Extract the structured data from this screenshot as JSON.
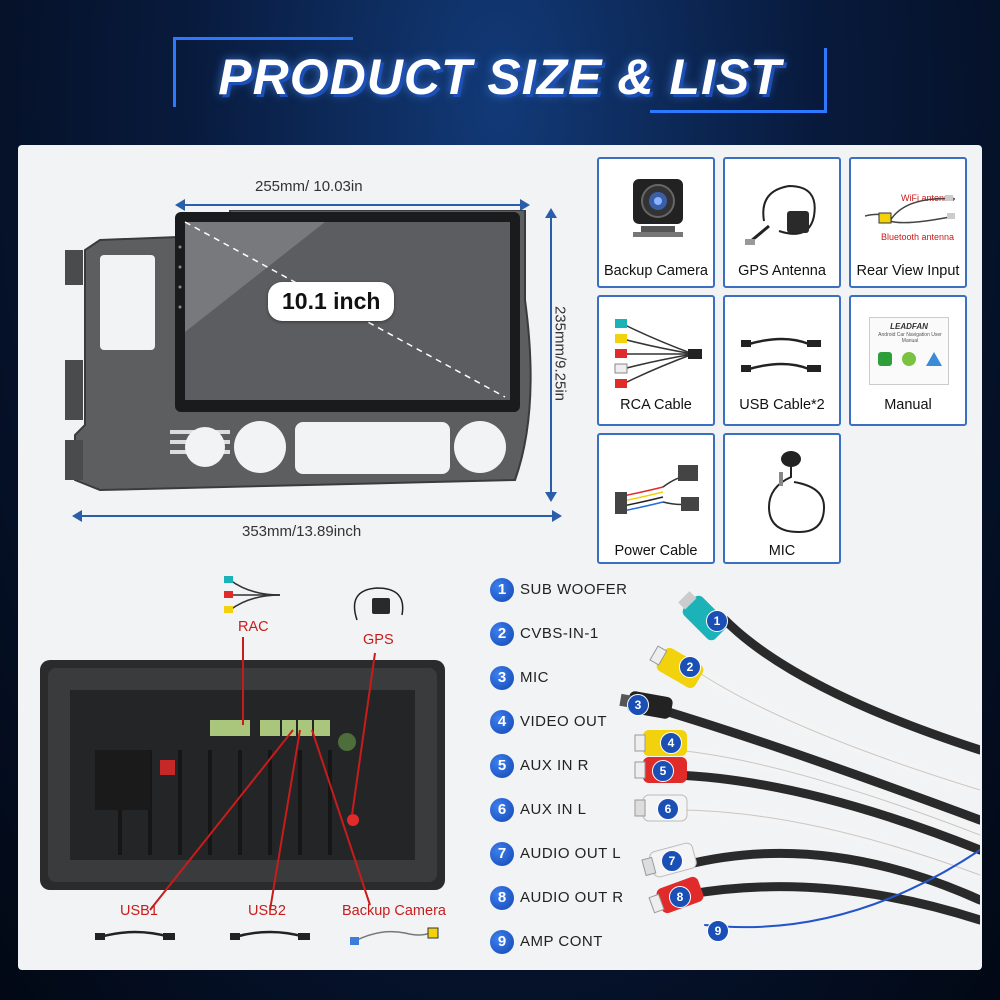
{
  "header": {
    "title": "PRODUCT SIZE & LIST"
  },
  "dimensions": {
    "width": "255mm/ 10.03in",
    "height": "235mm/9.25in",
    "frame_width": "353mm/13.89inch",
    "screen_size": "10.1 inch"
  },
  "accessories": [
    {
      "label": "Backup Camera",
      "icon": "backup-camera-icon"
    },
    {
      "label": "GPS Antenna",
      "icon": "gps-antenna-icon"
    },
    {
      "label": "Rear View Input",
      "icon": "rear-view-input-icon",
      "notes": [
        "WiFi antenna",
        "Bluetooth antenna"
      ]
    },
    {
      "label": "RCA Cable",
      "icon": "rca-cable-icon"
    },
    {
      "label": "USB Cable*2",
      "icon": "usb-cable-icon"
    },
    {
      "label": "Manual",
      "icon": "manual-icon",
      "brand": "LEADFAN",
      "subtitle": "Android Car Navigation User Manual"
    },
    {
      "label": "Power Cable",
      "icon": "power-cable-icon"
    },
    {
      "label": "MIC",
      "icon": "mic-icon"
    }
  ],
  "back_panel": {
    "rac": "RAC",
    "gps": "GPS",
    "usb1": "USB1",
    "usb2": "USB2",
    "backup_camera": "Backup Camera"
  },
  "ports": [
    {
      "n": "1",
      "label": "SUB WOOFER",
      "color": "#1bb3b8"
    },
    {
      "n": "2",
      "label": "CVBS-IN-1",
      "color": "#f2d20c"
    },
    {
      "n": "3",
      "label": "MIC",
      "color": "#222222"
    },
    {
      "n": "4",
      "label": "VIDEO OUT",
      "color": "#f2d20c"
    },
    {
      "n": "5",
      "label": "AUX IN R",
      "color": "#e12a2a"
    },
    {
      "n": "6",
      "label": "AUX IN L",
      "color": "#f4f4f4"
    },
    {
      "n": "7",
      "label": "AUDIO OUT L",
      "color": "#f4f4f4"
    },
    {
      "n": "8",
      "label": "AUDIO OUT R",
      "color": "#e12a2a"
    },
    {
      "n": "9",
      "label": "AMP CONT",
      "color": "#2255cc"
    }
  ],
  "colors": {
    "accent": "#2c78ff",
    "card_border": "#3b6fc2",
    "label_red": "#c81c1c"
  }
}
